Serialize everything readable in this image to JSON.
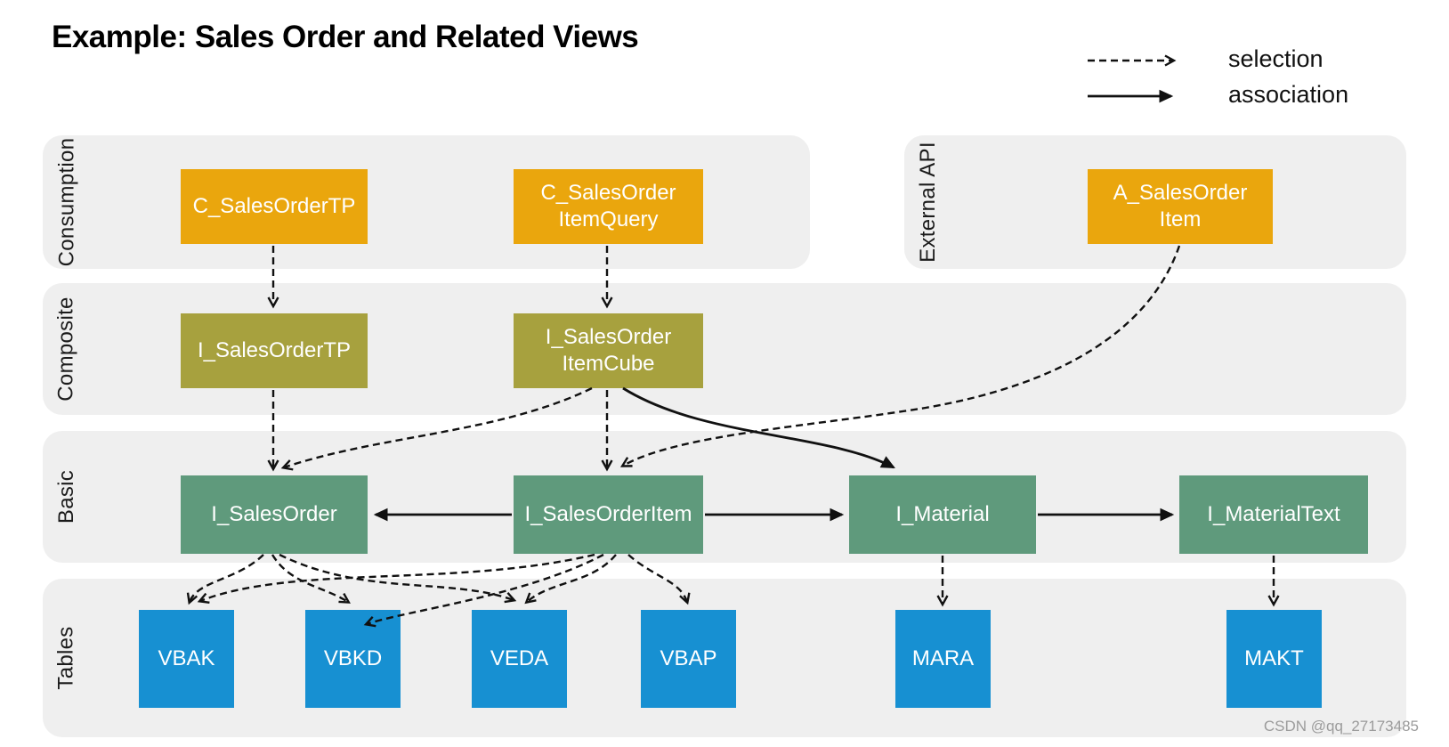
{
  "title": "Example: Sales Order and Related Views",
  "legend": {
    "items": [
      {
        "style": "dashed-arrow",
        "label": "selection"
      },
      {
        "style": "solid-arrow",
        "label": "association"
      }
    ]
  },
  "layers": [
    {
      "id": "consumption",
      "label": "Consumption"
    },
    {
      "id": "external-api",
      "label": "External API"
    },
    {
      "id": "composite",
      "label": "Composite"
    },
    {
      "id": "basic",
      "label": "Basic"
    },
    {
      "id": "tables",
      "label": "Tables"
    }
  ],
  "colors": {
    "consumption_box": "#eaa60d",
    "composite_box": "#a7a13e",
    "basic_box": "#5f9a7c",
    "tables_box": "#1790d2",
    "band_background": "#efefef",
    "arrow": "#111111",
    "box_text": "#ffffff"
  },
  "nodes": {
    "c_salesordertp": {
      "label": "C_SalesOrderTP",
      "layer": "Consumption"
    },
    "c_salesorderitemquery": {
      "label": "C_SalesOrder ItemQuery",
      "line1": "C_SalesOrder",
      "line2": "ItemQuery",
      "layer": "Consumption"
    },
    "a_salesorderitem": {
      "label": "A_SalesOrder Item",
      "line1": "A_SalesOrder",
      "line2": "Item",
      "layer": "External API"
    },
    "i_salesordertp": {
      "label": "I_SalesOrderTP",
      "layer": "Composite"
    },
    "i_salesorderitemcube": {
      "label": "I_SalesOrder ItemCube",
      "line1": "I_SalesOrder",
      "line2": "ItemCube",
      "layer": "Composite"
    },
    "i_salesorder": {
      "label": "I_SalesOrder",
      "layer": "Basic"
    },
    "i_salesorderitem": {
      "label": "I_SalesOrderItem",
      "layer": "Basic"
    },
    "i_material": {
      "label": "I_Material",
      "layer": "Basic"
    },
    "i_materialtext": {
      "label": "I_MaterialText",
      "layer": "Basic"
    },
    "vbak": {
      "label": "VBAK",
      "layer": "Tables"
    },
    "vbkd": {
      "label": "VBKD",
      "layer": "Tables"
    },
    "veda": {
      "label": "VEDA",
      "layer": "Tables"
    },
    "vbap": {
      "label": "VBAP",
      "layer": "Tables"
    },
    "mara": {
      "label": "MARA",
      "layer": "Tables"
    },
    "makt": {
      "label": "MAKT",
      "layer": "Tables"
    }
  },
  "edges": [
    {
      "from": "C_SalesOrderTP",
      "to": "I_SalesOrderTP",
      "type": "selection"
    },
    {
      "from": "C_SalesOrderItemQuery",
      "to": "I_SalesOrderItemCube",
      "type": "selection"
    },
    {
      "from": "A_SalesOrderItem",
      "to": "I_SalesOrderItem",
      "type": "selection"
    },
    {
      "from": "I_SalesOrderTP",
      "to": "I_SalesOrder",
      "type": "selection"
    },
    {
      "from": "I_SalesOrderItemCube",
      "to": "I_SalesOrderItem",
      "type": "selection"
    },
    {
      "from": "I_SalesOrderItemCube",
      "to": "I_SalesOrder",
      "type": "selection"
    },
    {
      "from": "I_SalesOrderItemCube",
      "to": "I_Material",
      "type": "association"
    },
    {
      "from": "I_SalesOrderItem",
      "to": "I_SalesOrder",
      "type": "association"
    },
    {
      "from": "I_SalesOrderItem",
      "to": "I_Material",
      "type": "association"
    },
    {
      "from": "I_Material",
      "to": "I_MaterialText",
      "type": "association"
    },
    {
      "from": "I_SalesOrder",
      "to": "VBAK",
      "type": "selection"
    },
    {
      "from": "I_SalesOrder",
      "to": "VBKD",
      "type": "selection"
    },
    {
      "from": "I_SalesOrder",
      "to": "VEDA",
      "type": "selection"
    },
    {
      "from": "I_SalesOrderItem",
      "to": "VBAK",
      "type": "selection"
    },
    {
      "from": "I_SalesOrderItem",
      "to": "VBKD",
      "type": "selection"
    },
    {
      "from": "I_SalesOrderItem",
      "to": "VEDA",
      "type": "selection"
    },
    {
      "from": "I_SalesOrderItem",
      "to": "VBAP",
      "type": "selection"
    },
    {
      "from": "I_Material",
      "to": "MARA",
      "type": "selection"
    },
    {
      "from": "I_MaterialText",
      "to": "MAKT",
      "type": "selection"
    }
  ],
  "watermark": "CSDN @qq_27173485"
}
